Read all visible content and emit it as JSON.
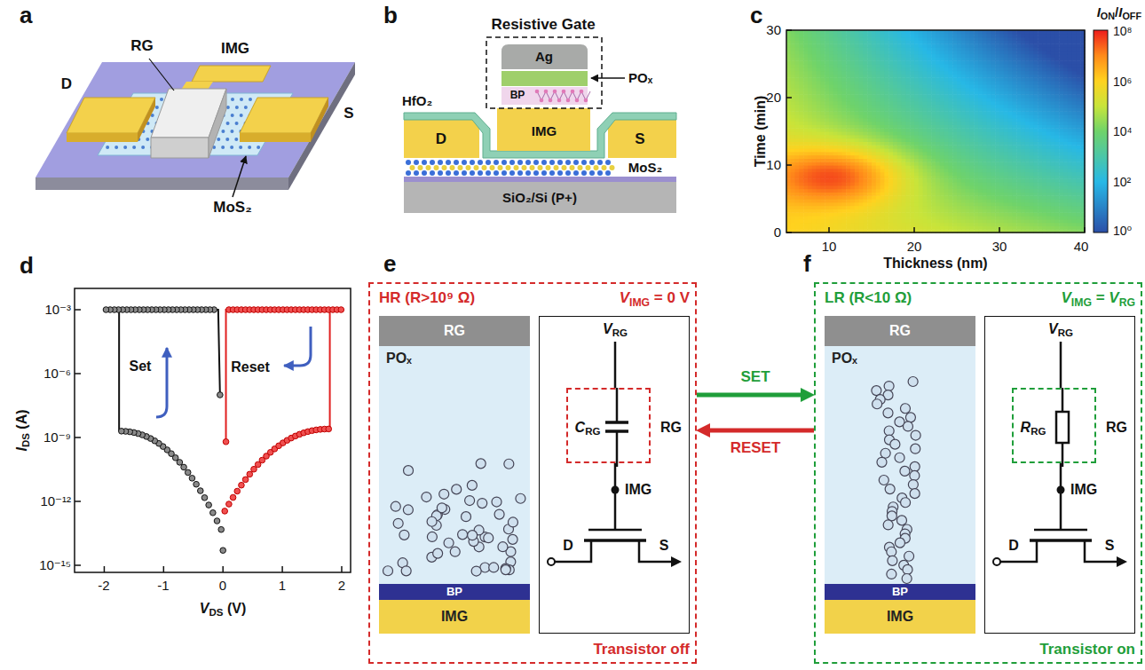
{
  "diagram": {
    "nodes": [
      {
        "text": [
          "HR (R>10⁹ Ω)",
          "VIMG = 0 V",
          "Transistor off"
        ]
      },
      {
        "text": [
          "RG"
        ],
        "in": 0
      },
      {
        "text": [
          "POₓ"
        ],
        "in": 0
      },
      {
        "text": [
          "BP"
        ],
        "in": 0
      },
      {
        "text": [
          "IMG"
        ],
        "in": 0
      },
      {
        "text": [
          "VRG",
          "IMG",
          "D",
          "S"
        ],
        "in": 0
      },
      {
        "text": [
          "CRG",
          "RG"
        ],
        "in": 5
      },
      {
        "text": [
          "LR (R<10 Ω)",
          "VIMG = VRG",
          "Transistor on"
        ]
      },
      {
        "text": [
          "RG"
        ],
        "in": 7
      },
      {
        "text": [
          "POₓ"
        ],
        "in": 7
      },
      {
        "text": [
          "BP"
        ],
        "in": 7
      },
      {
        "text": [
          "IMG"
        ],
        "in": 7
      },
      {
        "text": [
          "VRG",
          "IMG",
          "D",
          "S"
        ],
        "in": 7
      },
      {
        "text": [
          "RRG",
          "RG"
        ],
        "in": 12
      }
    ],
    "edges": [
      {
        "from": 0,
        "to": 7,
        "label": "SET",
        "arrow": "to"
      },
      {
        "from": 7,
        "to": 0,
        "label": "RESET",
        "arrow": "to"
      }
    ],
    "labels": [
      "a",
      "D",
      "IMG",
      "RG",
      "S",
      "MoS₂",
      "b",
      "Resistive Gate",
      "Ag",
      "POₓ",
      "BP",
      "HfO₂",
      "IMG",
      "D",
      "S",
      "MoS₂",
      "SiO₂/Si (P+)",
      "c",
      "ION/IOFF",
      "10⁸",
      "10⁶",
      "10⁴",
      "10²",
      "10⁰",
      "30",
      "20",
      "10",
      "0",
      "Time (min)",
      "10",
      "20",
      "30",
      "40",
      "Thickness (nm)",
      "d",
      "10⁻³",
      "10⁻⁶",
      "10⁻⁹",
      "10⁻¹²",
      "10⁻¹⁵",
      "IDS (A)",
      "-2",
      "-1",
      "0",
      "1",
      "2",
      "VDS (V)",
      "Set",
      "Reset",
      "e",
      "f"
    ]
  }
}
